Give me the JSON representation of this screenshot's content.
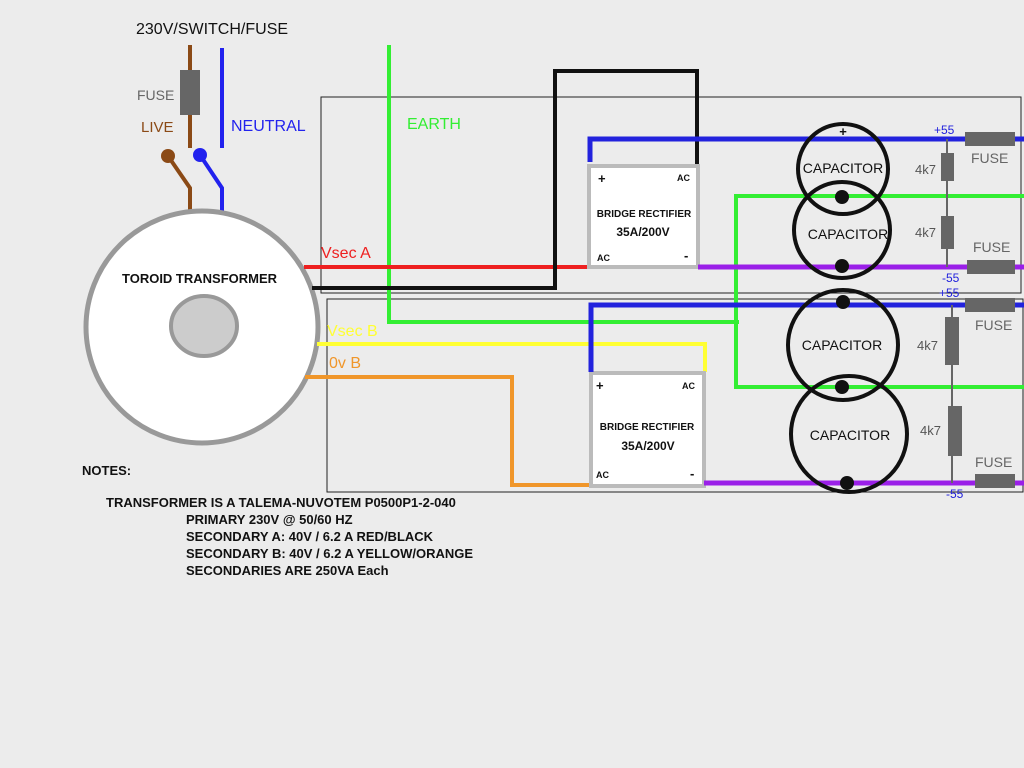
{
  "header": {
    "title": "230V/SWITCH/FUSE"
  },
  "labels": {
    "fuse_primary": "FUSE",
    "live": "LIVE",
    "neutral": "NEUTRAL",
    "earth": "EARTH",
    "transformer": "TOROID TRANSFORMER",
    "vsec_a": "Vsec A",
    "vsec_b": "Vsec B",
    "ov_b": "0v B"
  },
  "rectifiers": [
    {
      "label": "BRIDGE RECTIFIER",
      "rating": "35A/200V",
      "plus": "+",
      "minus": "-",
      "ac": "AC"
    },
    {
      "label": "BRIDGE RECTIFIER",
      "rating": "35A/200V",
      "plus": "+",
      "minus": "-",
      "ac": "AC"
    }
  ],
  "capacitors": [
    "CAPACITOR",
    "CAPACITOR",
    "CAPACITOR",
    "CAPACITOR"
  ],
  "capacitor_plus": "+",
  "resistors": [
    "4k7",
    "4k7",
    "4k7",
    "4k7"
  ],
  "output_fuses": [
    "FUSE",
    "FUSE",
    "FUSE",
    "FUSE"
  ],
  "rails": {
    "pos_a": "+55",
    "neg_a": "-55",
    "pos_b": "+55",
    "neg_b": "-55"
  },
  "notes": {
    "heading": "NOTES:",
    "lines": [
      "TRANSFORMER IS A TALEMA-NUVOTEM P0500P1-2-040",
      "PRIMARY 230V @ 50/60 HZ",
      "SECONDARY A: 40V / 6.2 A RED/BLACK",
      "SECONDARY B: 40V / 6.2 A YELLOW/ORANGE",
      "SECONDARIES ARE 250VA Each"
    ]
  },
  "colors": {
    "live": "#8b4a16",
    "neutral": "#2222ee",
    "earth": "#33ee33",
    "vsec_a": "#ee2020",
    "vsec_a_return": "#111111",
    "vsec_b": "#ffff33",
    "ov_b": "#f0962a",
    "positive_rail": "#2222dd",
    "negative_rail": "#9a1fe8",
    "component_grey": "#bbbbbb",
    "fuse": "#666666"
  }
}
